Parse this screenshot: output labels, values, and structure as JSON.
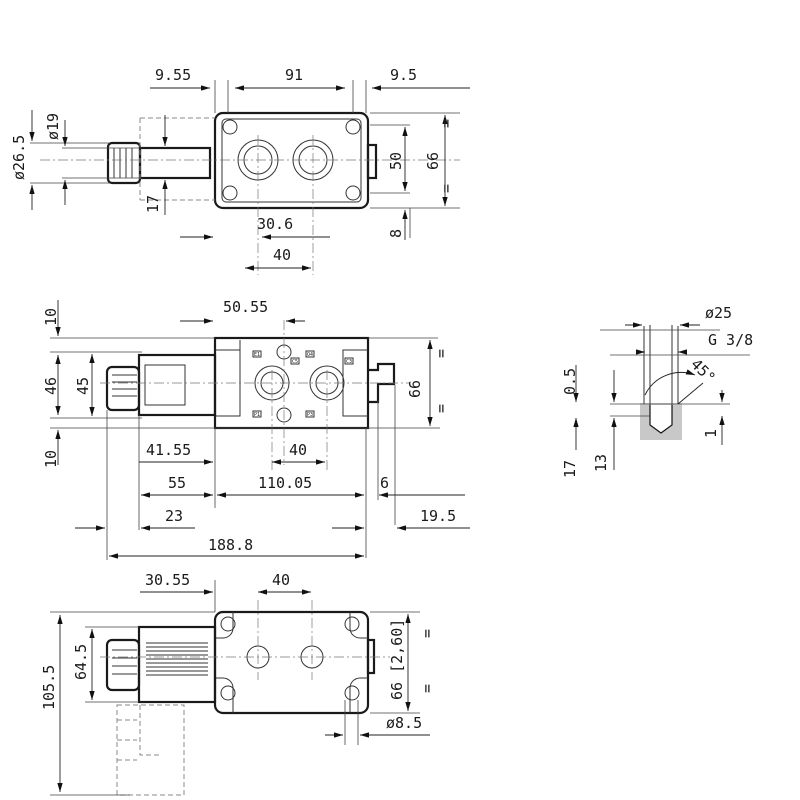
{
  "top_view": {
    "dims": {
      "left_offset": "9.55",
      "body_length": "91",
      "right_offset": "9.5",
      "knob_diameter": "ø26.5",
      "stem_diameter": "ø19",
      "stem_offset": "17",
      "hole_spacing_v": "50",
      "body_height": "66",
      "bottom_offset": "8",
      "port_offset": "30.6",
      "port_spacing": "40",
      "symmetry_top": "=",
      "symmetry_bottom": "="
    }
  },
  "front_view": {
    "dims": {
      "top_margin": "10",
      "coil_band": "46",
      "coil_height": "45",
      "bottom_margin": "10",
      "port_center": "50.55",
      "coil_to_port": "41.55",
      "port_spacing": "40",
      "coil_length": "55",
      "body_length": "110.05",
      "connector_offset": "6",
      "knob_length": "23",
      "connector_length": "19.5",
      "overall_length": "188.8",
      "body_height": "66",
      "symmetry_top": "=",
      "symmetry_bottom": "="
    },
    "port_labels": [
      "E1",
      "C5",
      "O4",
      "C3",
      "P1",
      "P3"
    ]
  },
  "port_detail": {
    "dims": {
      "face_diameter": "ø25",
      "thread": "G 3/8",
      "chamfer_angle": "45°",
      "recess": "0.5",
      "total_depth": "17",
      "thread_depth": "13",
      "chamfer": "1"
    }
  },
  "bottom_view": {
    "dims": {
      "coil_offset": "30.55",
      "port_spacing": "40",
      "overall_height": "105.5",
      "coil_height": "64.5",
      "body_height": "66 [2,60]",
      "hole_diameter": "ø8.5",
      "symmetry_top": "=",
      "symmetry_bottom": "="
    }
  }
}
